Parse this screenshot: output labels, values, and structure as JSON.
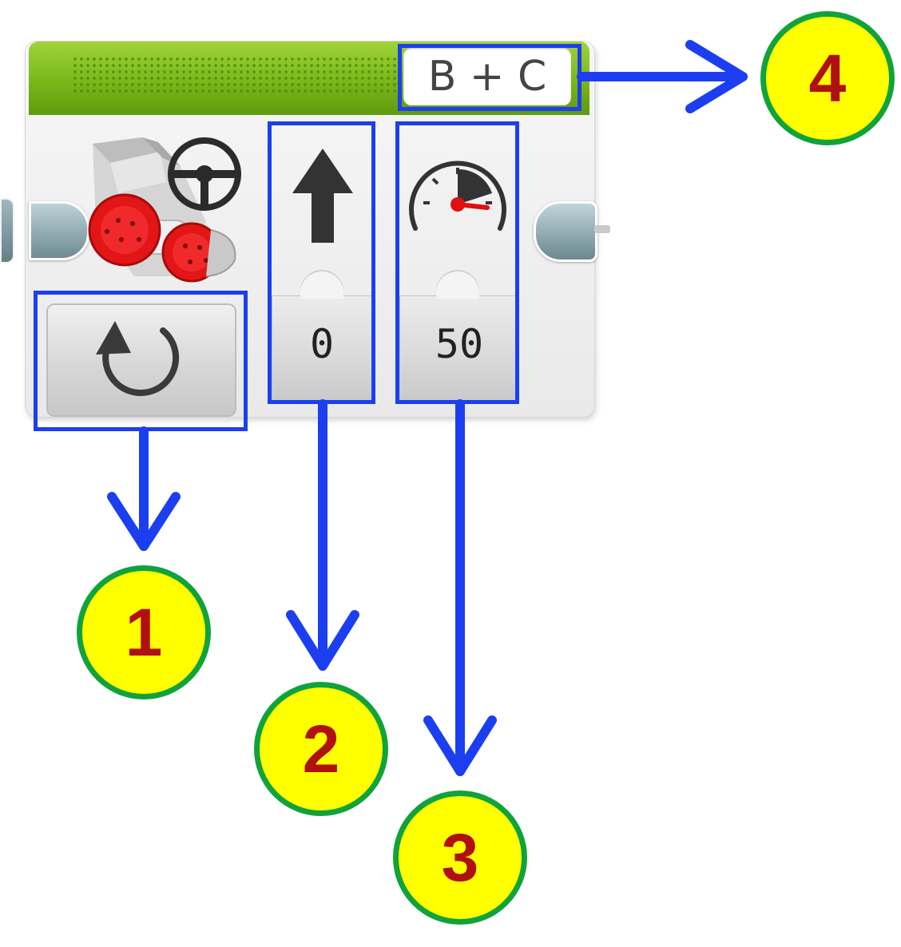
{
  "block": {
    "ports": "B + C",
    "mode_icon": "rotate-icon",
    "block_icon": "steering-motors-icon"
  },
  "parameters": [
    {
      "icon": "up-arrow-icon",
      "value": "0"
    },
    {
      "icon": "speedometer-icon",
      "value": "50"
    }
  ],
  "callouts": [
    {
      "label": "1"
    },
    {
      "label": "2"
    },
    {
      "label": "3"
    },
    {
      "label": "4"
    }
  ],
  "colors": {
    "header_green": "#79b719",
    "frame_blue": "#1b3ff0",
    "marker_fill": "#ffff00",
    "marker_ring": "#10a33b",
    "marker_text": "#b01010",
    "motor_red": "#e01010"
  }
}
